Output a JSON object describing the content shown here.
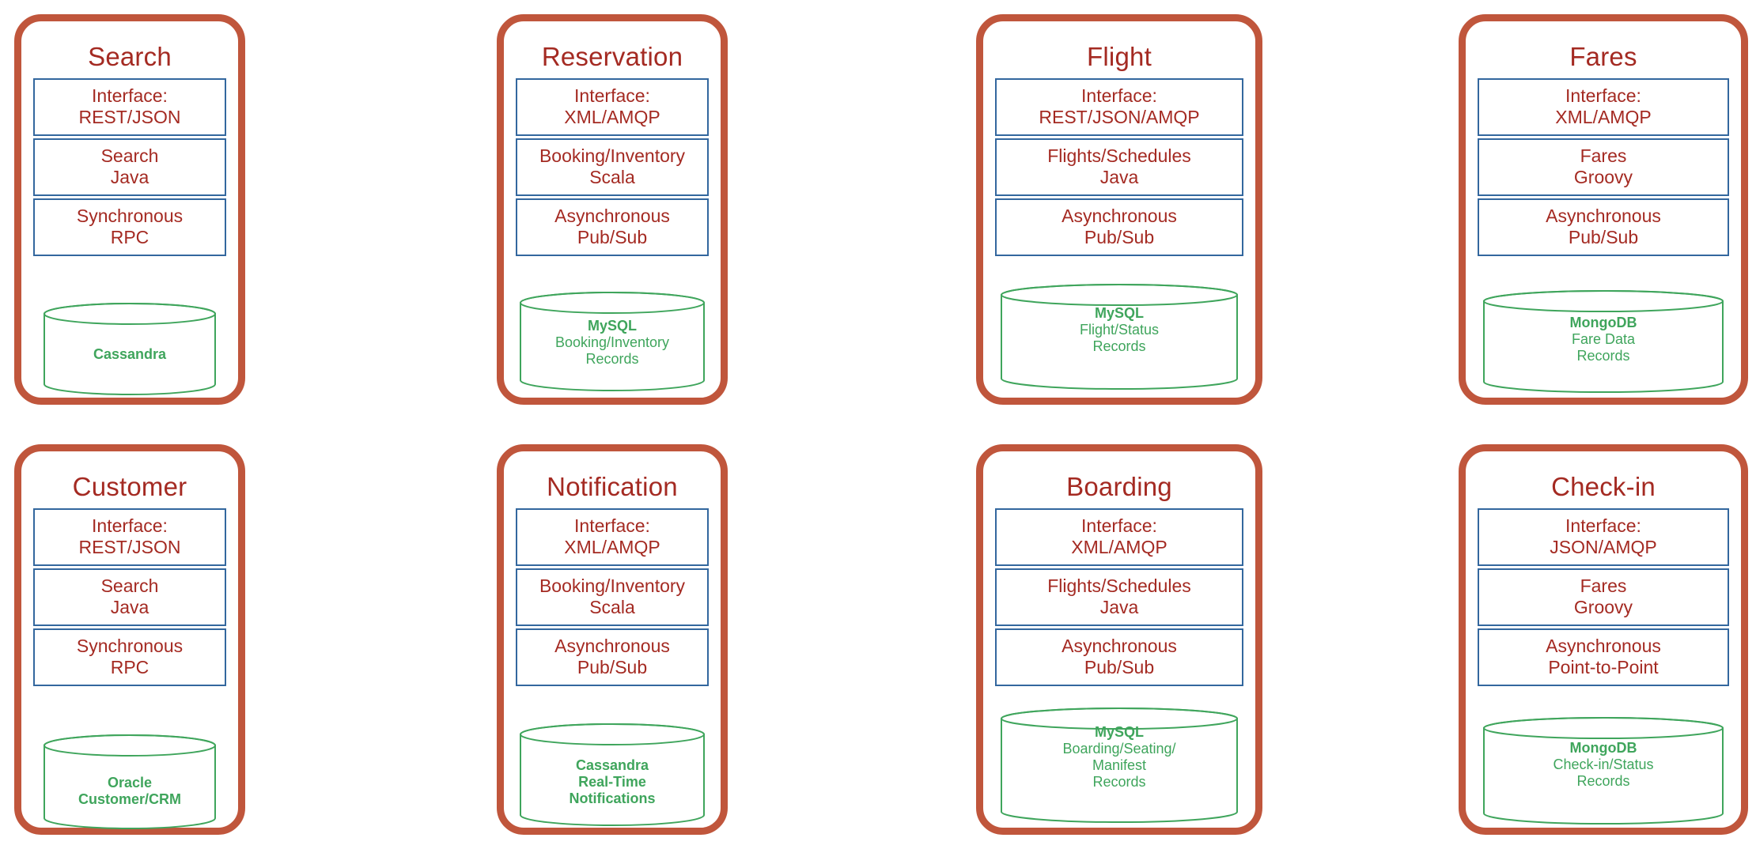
{
  "diagram": {
    "title": "Airline Microservices Architecture",
    "colors": {
      "card_border": "#C0563C",
      "spec_box_border": "#33679E",
      "text_red": "#A42A22",
      "db_green": "#3FA55C",
      "background": "#FFFFFF"
    }
  },
  "services": [
    {
      "name": "Search",
      "specs": [
        {
          "line1": "Interface:",
          "line2": "REST/JSON"
        },
        {
          "line1": "Search",
          "line2": "Java"
        },
        {
          "line1": "Synchronous",
          "line2": "RPC"
        }
      ],
      "database": {
        "name": "Cassandra",
        "description": "",
        "all_bold": true
      }
    },
    {
      "name": "Reservation",
      "specs": [
        {
          "line1": "Interface:",
          "line2": "XML/AMQP"
        },
        {
          "line1": "Booking/Inventory",
          "line2": "Scala"
        },
        {
          "line1": "Asynchronous",
          "line2": "Pub/Sub"
        }
      ],
      "database": {
        "name": "MySQL",
        "description": "Booking/Inventory\nRecords",
        "all_bold": false
      }
    },
    {
      "name": "Flight",
      "specs": [
        {
          "line1": "Interface:",
          "line2": "REST/JSON/AMQP"
        },
        {
          "line1": "Flights/Schedules",
          "line2": "Java"
        },
        {
          "line1": "Asynchronous",
          "line2": "Pub/Sub"
        }
      ],
      "database": {
        "name": "MySQL",
        "description": "Flight/Status\nRecords",
        "all_bold": false
      }
    },
    {
      "name": "Fares",
      "specs": [
        {
          "line1": "Interface:",
          "line2": "XML/AMQP"
        },
        {
          "line1": "Fares",
          "line2": "Groovy"
        },
        {
          "line1": "Asynchronous",
          "line2": "Pub/Sub"
        }
      ],
      "database": {
        "name": "MongoDB",
        "description": "Fare Data\nRecords",
        "all_bold": false
      }
    },
    {
      "name": "Customer",
      "specs": [
        {
          "line1": "Interface:",
          "line2": "REST/JSON"
        },
        {
          "line1": "Search",
          "line2": "Java"
        },
        {
          "line1": "Synchronous",
          "line2": "RPC"
        }
      ],
      "database": {
        "name": "Oracle",
        "description": "Customer/CRM",
        "all_bold": true
      }
    },
    {
      "name": "Notification",
      "specs": [
        {
          "line1": "Interface:",
          "line2": "XML/AMQP"
        },
        {
          "line1": "Booking/Inventory",
          "line2": "Scala"
        },
        {
          "line1": "Asynchronous",
          "line2": "Pub/Sub"
        }
      ],
      "database": {
        "name": "Cassandra",
        "description": "Real-Time\nNotifications",
        "all_bold": true
      }
    },
    {
      "name": "Boarding",
      "specs": [
        {
          "line1": "Interface:",
          "line2": "XML/AMQP"
        },
        {
          "line1": "Flights/Schedules",
          "line2": "Java"
        },
        {
          "line1": "Asynchronous",
          "line2": "Pub/Sub"
        }
      ],
      "database": {
        "name": "MySQL",
        "description": "Boarding/Seating/\nManifest\nRecords",
        "all_bold": false
      }
    },
    {
      "name": "Check-in",
      "specs": [
        {
          "line1": "Interface:",
          "line2": "JSON/AMQP"
        },
        {
          "line1": "Fares",
          "line2": "Groovy"
        },
        {
          "line1": "Asynchronous",
          "line2": "Point-to-Point"
        }
      ],
      "database": {
        "name": "MongoDB",
        "description": "Check-in/Status\nRecords",
        "all_bold": false
      }
    }
  ]
}
